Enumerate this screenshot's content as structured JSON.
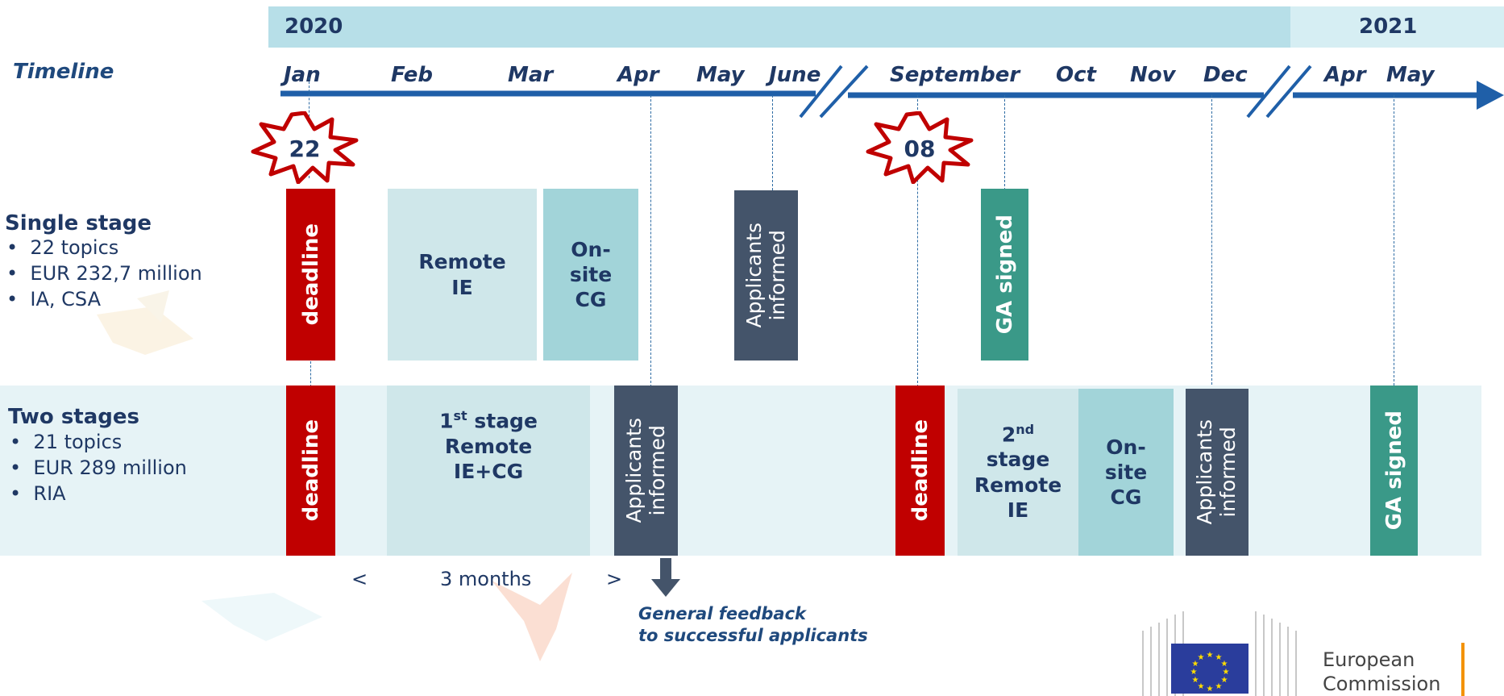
{
  "years": {
    "left": "2020",
    "right": "2021"
  },
  "timeline_label": "Timeline",
  "months": [
    "Jan",
    "Feb",
    "Mar",
    "Apr",
    "May",
    "June",
    "September",
    "Oct",
    "Nov",
    "Dec",
    "Apr",
    "May"
  ],
  "stars": {
    "first": "22",
    "second": "08"
  },
  "single_stage": {
    "title": "Single stage",
    "bullets": [
      "22 topics",
      "EUR 232,7 million",
      "IA, CSA"
    ],
    "deadline": "deadline",
    "remote_ie": {
      "line1": "Remote",
      "line2": "IE"
    },
    "onsite_cg": {
      "line1": "On-",
      "line2": "site",
      "line3": "CG"
    },
    "applicants": {
      "line1": "Applicants",
      "line2": "informed"
    },
    "ga_signed": "GA signed"
  },
  "two_stages": {
    "title": "Two stages",
    "bullets": [
      "21 topics",
      "EUR 289 million",
      "RIA"
    ],
    "deadline1": "deadline",
    "first_stage": {
      "num": "1",
      "sup": "st",
      "word": " stage",
      "line2": "Remote",
      "line3": "IE+CG"
    },
    "applicants1": {
      "line1": "Applicants",
      "line2": "informed"
    },
    "deadline2": "deadline",
    "second_stage": {
      "num": "2",
      "sup": "nd",
      "line2": "stage",
      "line3": "Remote",
      "line4": "IE"
    },
    "onsite_cg": {
      "line1": "On-",
      "line2": "site",
      "line3": "CG"
    },
    "applicants2": {
      "line1": "Applicants",
      "line2": "informed"
    },
    "ga_signed": "GA signed"
  },
  "duration": {
    "left": "<",
    "text": "3 months",
    "right": ">"
  },
  "feedback": {
    "line1": "General feedback",
    "line2": "to successful applicants"
  },
  "logo": {
    "line1": "European",
    "line2": "Commission"
  },
  "colors": {
    "deadline": "#c00000",
    "ga": "#3a9988",
    "applicants": "#44546a",
    "timeline": "#1f5fa8",
    "star": "#c00000"
  }
}
